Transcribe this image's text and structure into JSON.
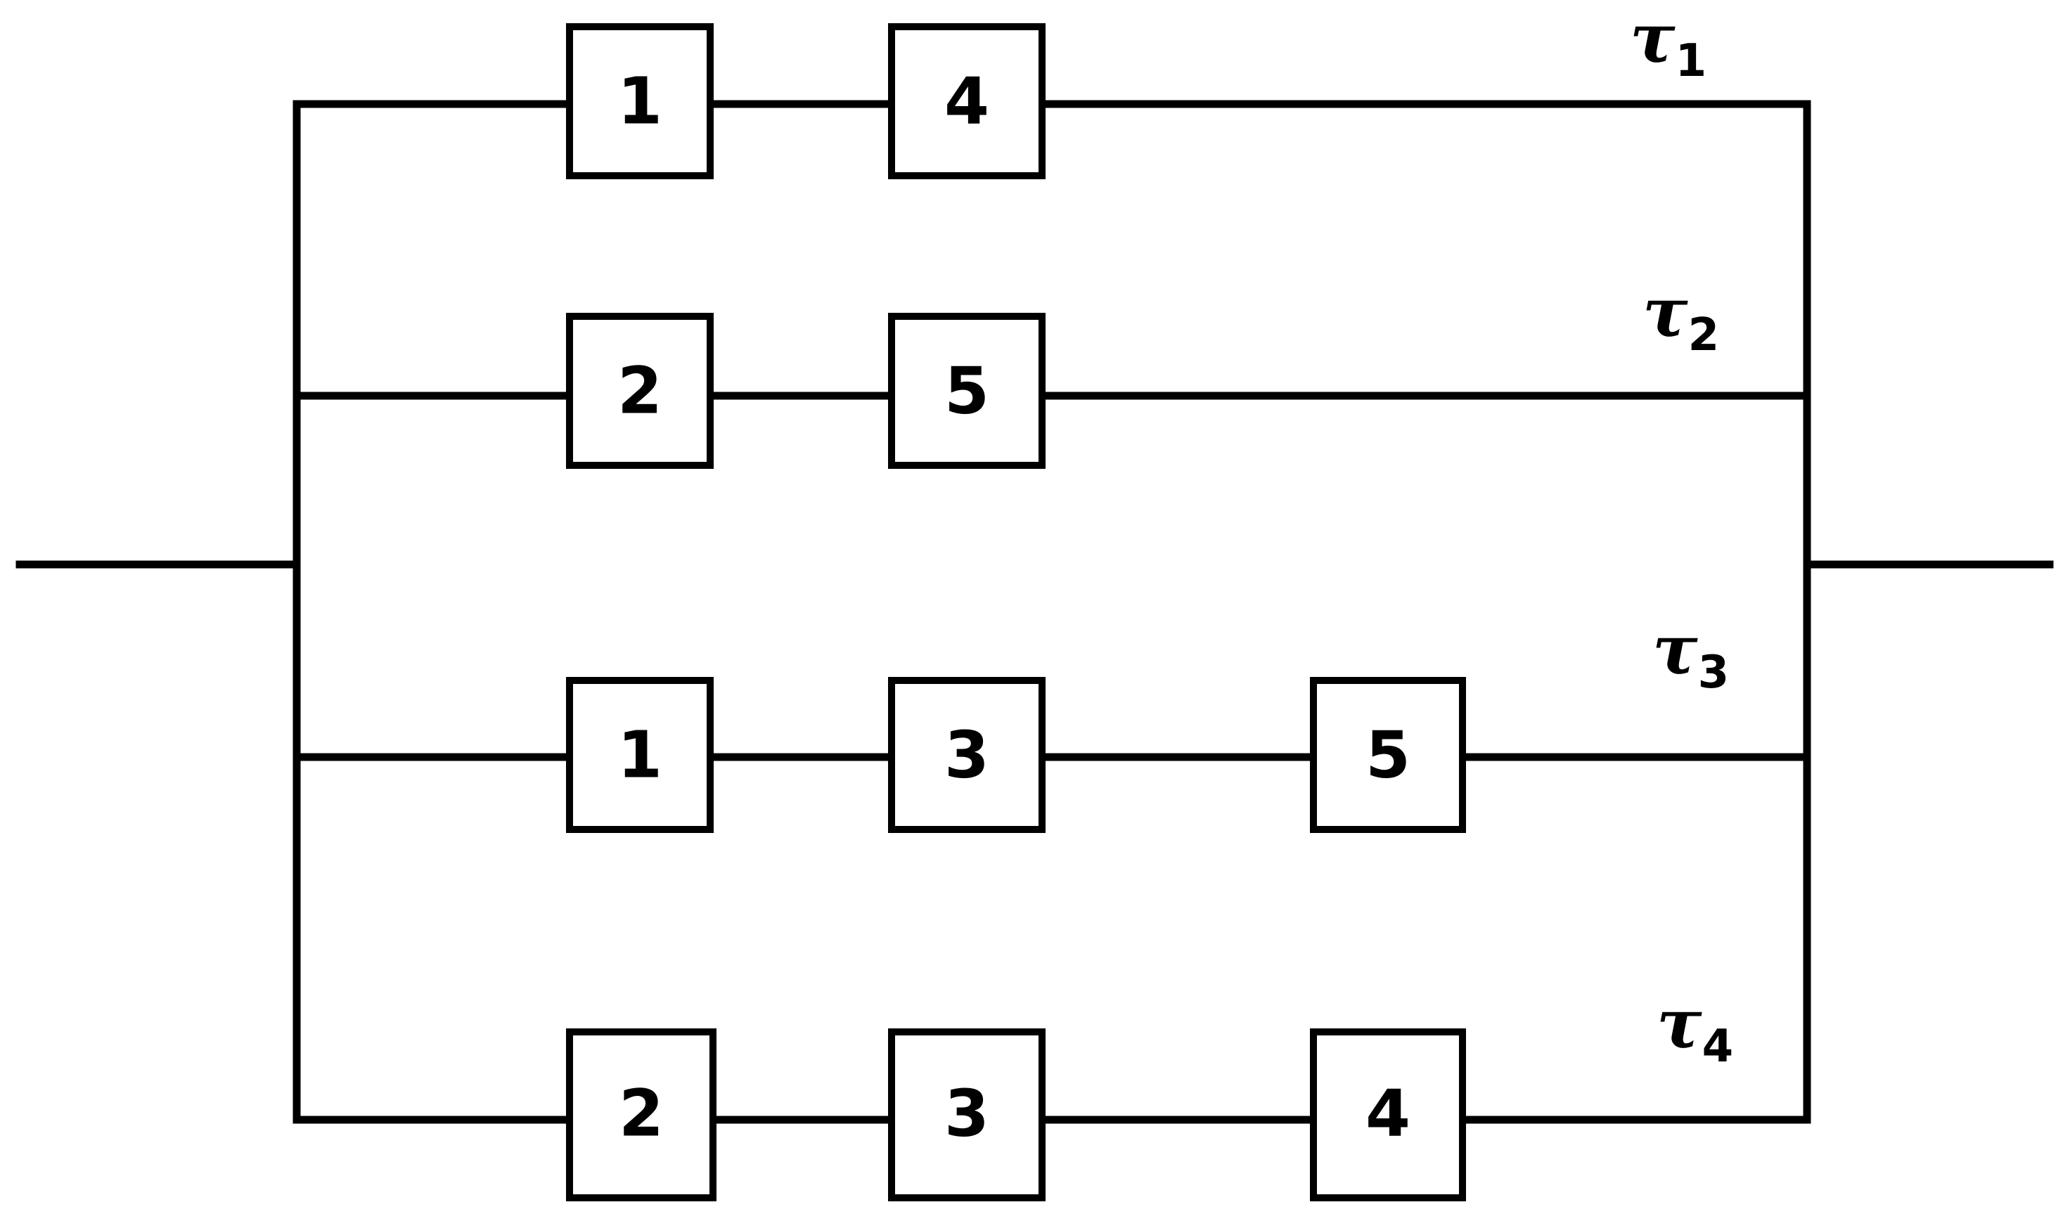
{
  "diagram": {
    "paths": [
      {
        "id": "tau1",
        "label_symbol": "τ",
        "label_sub": "1",
        "blocks": [
          "1",
          "4"
        ]
      },
      {
        "id": "tau2",
        "label_symbol": "τ",
        "label_sub": "2",
        "blocks": [
          "2",
          "5"
        ]
      },
      {
        "id": "tau3",
        "label_symbol": "τ",
        "label_sub": "3",
        "blocks": [
          "1",
          "3",
          "5"
        ]
      },
      {
        "id": "tau4",
        "label_symbol": "τ",
        "label_sub": "4",
        "blocks": [
          "2",
          "3",
          "4"
        ]
      }
    ]
  }
}
